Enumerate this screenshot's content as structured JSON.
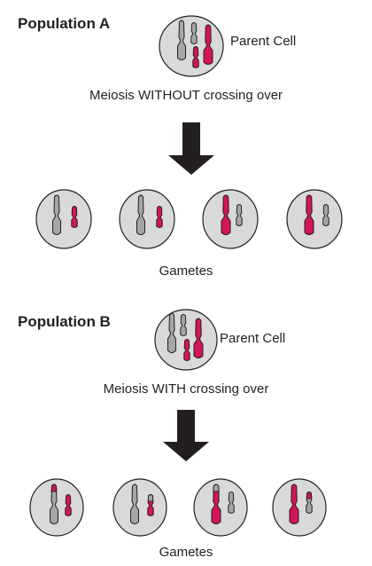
{
  "population_a": {
    "heading": "Population A",
    "parent_label": "Parent Cell",
    "process": "Meiosis WITHOUT crossing over",
    "gametes_label": "Gametes"
  },
  "population_b": {
    "heading": "Population B",
    "parent_label": "Parent Cell",
    "process": "Meiosis WITH crossing over",
    "gametes_label": "Gametes"
  },
  "colors": {
    "cell_fill": "#d9d9d9",
    "cell_stroke": "#231f20",
    "chromosome_gray": "#a6a6a6",
    "chromosome_red": "#d4145a",
    "arrow": "#231f20"
  }
}
